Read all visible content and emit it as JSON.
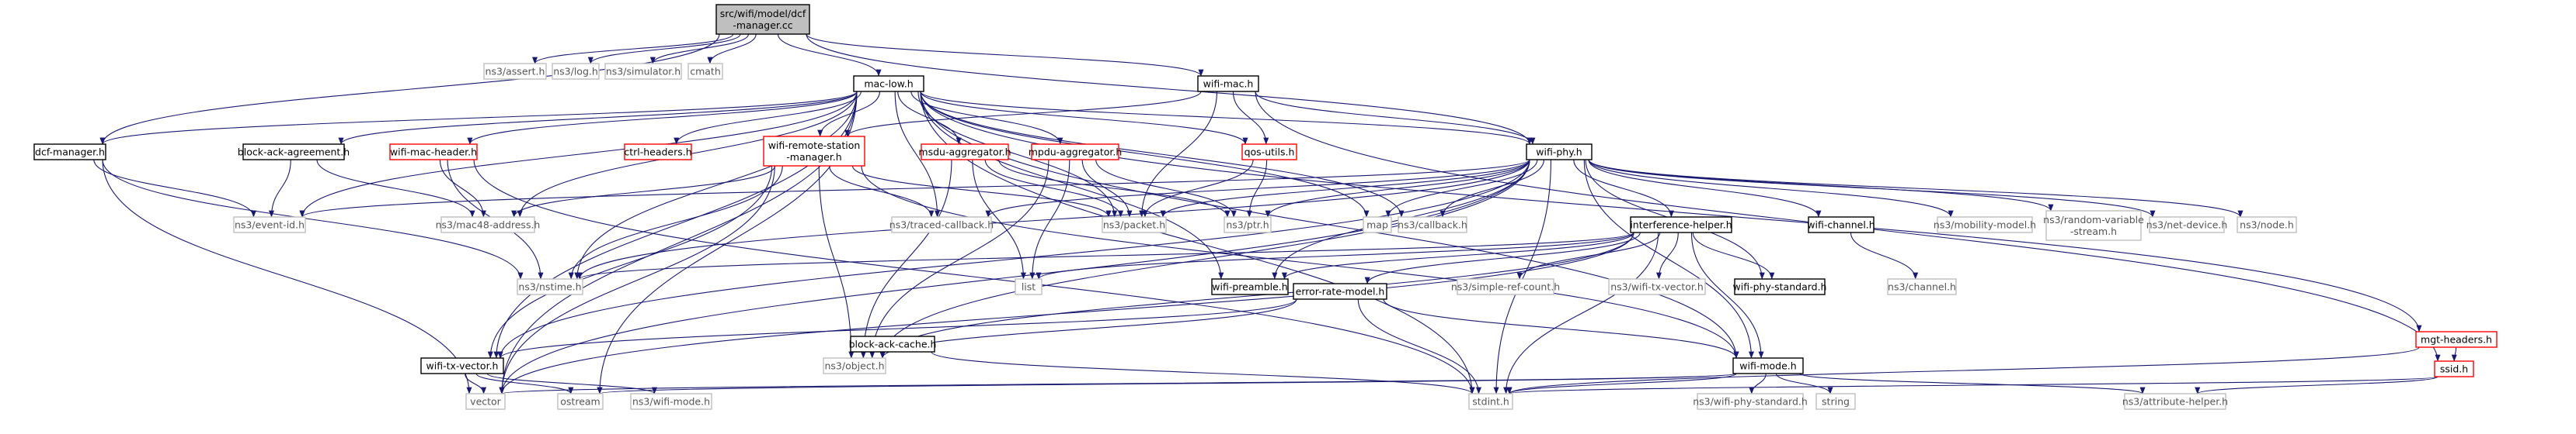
{
  "nodes": [
    {
      "id": "root",
      "label": [
        "src/wifi/model/dcf",
        "-manager.cc"
      ],
      "style": "root"
    },
    {
      "id": "assert",
      "label": [
        "ns3/assert.h"
      ],
      "style": "missing"
    },
    {
      "id": "log",
      "label": [
        "ns3/log.h"
      ],
      "style": "missing"
    },
    {
      "id": "simulator",
      "label": [
        "ns3/simulator.h"
      ],
      "style": "missing"
    },
    {
      "id": "cmath",
      "label": [
        "cmath"
      ],
      "style": "missing"
    },
    {
      "id": "maclow",
      "label": [
        "mac-low.h"
      ],
      "style": "normal"
    },
    {
      "id": "wifimac",
      "label": [
        "wifi-mac.h"
      ],
      "style": "normal"
    },
    {
      "id": "dcfmgr",
      "label": [
        "dcf-manager.h"
      ],
      "style": "normal"
    },
    {
      "id": "blockack",
      "label": [
        "block-ack-agreement.h"
      ],
      "style": "normal"
    },
    {
      "id": "wifimachdr",
      "label": [
        "wifi-mac-header.h"
      ],
      "style": "red"
    },
    {
      "id": "ctrlhdr",
      "label": [
        "ctrl-headers.h"
      ],
      "style": "red"
    },
    {
      "id": "wrsm",
      "label": [
        "wifi-remote-station",
        "-manager.h"
      ],
      "style": "red"
    },
    {
      "id": "msdu",
      "label": [
        "msdu-aggregator.h"
      ],
      "style": "red"
    },
    {
      "id": "mpdu",
      "label": [
        "mpdu-aggregator.h"
      ],
      "style": "red"
    },
    {
      "id": "qos",
      "label": [
        "qos-utils.h"
      ],
      "style": "red"
    },
    {
      "id": "wifiphy",
      "label": [
        "wifi-phy.h"
      ],
      "style": "normal"
    },
    {
      "id": "mgthdr",
      "label": [
        "mgt-headers.h"
      ],
      "style": "red"
    },
    {
      "id": "eventid",
      "label": [
        "ns3/event-id.h"
      ],
      "style": "missing"
    },
    {
      "id": "mac48",
      "label": [
        "ns3/mac48-address.h"
      ],
      "style": "missing"
    },
    {
      "id": "tracedcb",
      "label": [
        "ns3/traced-callback.h"
      ],
      "style": "missing"
    },
    {
      "id": "packet",
      "label": [
        "ns3/packet.h"
      ],
      "style": "missing"
    },
    {
      "id": "ptr",
      "label": [
        "ns3/ptr.h"
      ],
      "style": "missing"
    },
    {
      "id": "map",
      "label": [
        "map"
      ],
      "style": "missing"
    },
    {
      "id": "callback",
      "label": [
        "ns3/callback.h"
      ],
      "style": "missing"
    },
    {
      "id": "interf",
      "label": [
        "interference-helper.h"
      ],
      "style": "normal"
    },
    {
      "id": "wifichan",
      "label": [
        "wifi-channel.h"
      ],
      "style": "normal"
    },
    {
      "id": "mobility",
      "label": [
        "ns3/mobility-model.h"
      ],
      "style": "missing"
    },
    {
      "id": "randvar",
      "label": [
        "ns3/random-variable",
        "-stream.h"
      ],
      "style": "missing"
    },
    {
      "id": "netdev",
      "label": [
        "ns3/net-device.h"
      ],
      "style": "missing"
    },
    {
      "id": "node",
      "label": [
        "ns3/node.h"
      ],
      "style": "missing"
    },
    {
      "id": "nstime",
      "label": [
        "ns3/nstime.h"
      ],
      "style": "missing"
    },
    {
      "id": "list",
      "label": [
        "list"
      ],
      "style": "missing"
    },
    {
      "id": "preamble",
      "label": [
        "wifi-preamble.h"
      ],
      "style": "normal"
    },
    {
      "id": "simpleref",
      "label": [
        "ns3/simple-ref-count.h"
      ],
      "style": "missing"
    },
    {
      "id": "wifitxvec_ns3",
      "label": [
        "ns3/wifi-tx-vector.h"
      ],
      "style": "missing"
    },
    {
      "id": "wifiphystd",
      "label": [
        "wifi-phy-standard.h"
      ],
      "style": "normal"
    },
    {
      "id": "channel",
      "label": [
        "ns3/channel.h"
      ],
      "style": "missing"
    },
    {
      "id": "errrate",
      "label": [
        "error-rate-model.h"
      ],
      "style": "normal"
    },
    {
      "id": "wifitxvec",
      "label": [
        "wifi-tx-vector.h"
      ],
      "style": "normal"
    },
    {
      "id": "object",
      "label": [
        "ns3/object.h"
      ],
      "style": "missing"
    },
    {
      "id": "bacache",
      "label": [
        "block-ack-cache.h"
      ],
      "style": "normal"
    },
    {
      "id": "wifimode",
      "label": [
        "wifi-mode.h"
      ],
      "style": "normal"
    },
    {
      "id": "ssid",
      "label": [
        "ssid.h"
      ],
      "style": "red"
    },
    {
      "id": "vector",
      "label": [
        "vector"
      ],
      "style": "missing"
    },
    {
      "id": "ostream",
      "label": [
        "ostream"
      ],
      "style": "missing"
    },
    {
      "id": "wifimode_ns3",
      "label": [
        "ns3/wifi-mode.h"
      ],
      "style": "missing"
    },
    {
      "id": "stdint",
      "label": [
        "stdint.h"
      ],
      "style": "missing"
    },
    {
      "id": "wifiphystd_ns3",
      "label": [
        "ns3/wifi-phy-standard.h"
      ],
      "style": "missing"
    },
    {
      "id": "string",
      "label": [
        "string"
      ],
      "style": "missing"
    },
    {
      "id": "attrhelper",
      "label": [
        "ns3/attribute-helper.h"
      ],
      "style": "missing"
    }
  ],
  "edges": [
    [
      "root",
      "assert"
    ],
    [
      "root",
      "log"
    ],
    [
      "root",
      "simulator"
    ],
    [
      "root",
      "cmath"
    ],
    [
      "root",
      "maclow"
    ],
    [
      "root",
      "wifimac"
    ],
    [
      "root",
      "dcfmgr"
    ],
    [
      "root",
      "wifiphy"
    ],
    [
      "maclow",
      "dcfmgr"
    ],
    [
      "maclow",
      "blockack"
    ],
    [
      "maclow",
      "wifimachdr"
    ],
    [
      "maclow",
      "ctrlhdr"
    ],
    [
      "maclow",
      "wrsm"
    ],
    [
      "maclow",
      "msdu"
    ],
    [
      "maclow",
      "mpdu"
    ],
    [
      "maclow",
      "qos"
    ],
    [
      "maclow",
      "wifiphy"
    ],
    [
      "maclow",
      "mgthdr"
    ],
    [
      "maclow",
      "eventid"
    ],
    [
      "maclow",
      "mac48"
    ],
    [
      "maclow",
      "packet"
    ],
    [
      "maclow",
      "map"
    ],
    [
      "maclow",
      "callback"
    ],
    [
      "maclow",
      "nstime"
    ],
    [
      "maclow",
      "wifitxvec"
    ],
    [
      "maclow",
      "vector"
    ],
    [
      "maclow",
      "ostream"
    ],
    [
      "maclow",
      "stdint"
    ],
    [
      "maclow",
      "wifimode"
    ],
    [
      "maclow",
      "tracedcb"
    ],
    [
      "maclow",
      "preamble"
    ],
    [
      "wifimac",
      "wrsm"
    ],
    [
      "wifimac",
      "qos"
    ],
    [
      "wifimac",
      "wifiphy"
    ],
    [
      "wifimac",
      "packet"
    ],
    [
      "wifimac",
      "ssid"
    ],
    [
      "dcfmgr",
      "eventid"
    ],
    [
      "dcfmgr",
      "nstime"
    ],
    [
      "dcfmgr",
      "vector"
    ],
    [
      "blockack",
      "eventid"
    ],
    [
      "blockack",
      "mac48"
    ],
    [
      "wifimachdr",
      "mac48"
    ],
    [
      "wifimachdr",
      "nstime"
    ],
    [
      "wifimachdr",
      "stdint"
    ],
    [
      "wrsm",
      "mac48"
    ],
    [
      "wrsm",
      "tracedcb"
    ],
    [
      "wrsm",
      "packet"
    ],
    [
      "wrsm",
      "nstime"
    ],
    [
      "wrsm",
      "wifitxvec"
    ],
    [
      "wrsm",
      "object"
    ],
    [
      "wrsm",
      "vector"
    ],
    [
      "wrsm",
      "wifimode"
    ],
    [
      "msdu",
      "packet"
    ],
    [
      "msdu",
      "ptr"
    ],
    [
      "msdu",
      "list"
    ],
    [
      "msdu",
      "object"
    ],
    [
      "mpdu",
      "packet"
    ],
    [
      "mpdu",
      "ptr"
    ],
    [
      "mpdu",
      "list"
    ],
    [
      "mpdu",
      "object"
    ],
    [
      "qos",
      "packet"
    ],
    [
      "qos",
      "ptr"
    ],
    [
      "wifiphy",
      "interf"
    ],
    [
      "wifiphy",
      "wifichan"
    ],
    [
      "wifiphy",
      "mobility"
    ],
    [
      "wifiphy",
      "randvar"
    ],
    [
      "wifiphy",
      "netdev"
    ],
    [
      "wifiphy",
      "node"
    ],
    [
      "wifiphy",
      "callback"
    ],
    [
      "wifiphy",
      "packet"
    ],
    [
      "wifiphy",
      "ptr"
    ],
    [
      "wifiphy",
      "map"
    ],
    [
      "wifiphy",
      "tracedcb"
    ],
    [
      "wifiphy",
      "nstime"
    ],
    [
      "wifiphy",
      "eventid"
    ],
    [
      "wifiphy",
      "preamble"
    ],
    [
      "wifiphy",
      "wifiphystd"
    ],
    [
      "wifiphy",
      "wifimode"
    ],
    [
      "wifiphy",
      "stdint"
    ],
    [
      "wifiphy",
      "wifitxvec"
    ],
    [
      "wifiphy",
      "vector"
    ],
    [
      "wifiphy",
      "object"
    ],
    [
      "interf",
      "nstime"
    ],
    [
      "interf",
      "list"
    ],
    [
      "interf",
      "preamble"
    ],
    [
      "interf",
      "simpleref"
    ],
    [
      "interf",
      "wifitxvec_ns3"
    ],
    [
      "interf",
      "wifiphystd"
    ],
    [
      "interf",
      "errrate"
    ],
    [
      "interf",
      "wifimode"
    ],
    [
      "interf",
      "stdint"
    ],
    [
      "interf",
      "vector"
    ],
    [
      "interf",
      "object"
    ],
    [
      "wifichan",
      "channel"
    ],
    [
      "errrate",
      "wifitxvec"
    ],
    [
      "errrate",
      "object"
    ],
    [
      "errrate",
      "wifimode"
    ],
    [
      "errrate",
      "stdint"
    ],
    [
      "wifitxvec",
      "vector"
    ],
    [
      "wifitxvec",
      "ostream"
    ],
    [
      "wifitxvec",
      "wifimode_ns3"
    ],
    [
      "bacache",
      "stdint"
    ],
    [
      "wifimode",
      "stdint"
    ],
    [
      "wifimode",
      "vector"
    ],
    [
      "wifimode",
      "ostream"
    ],
    [
      "wifimode",
      "wifiphystd_ns3"
    ],
    [
      "wifimode",
      "string"
    ],
    [
      "wifimode",
      "attrhelper"
    ],
    [
      "mgthdr",
      "ssid"
    ],
    [
      "mgthdr",
      "stdint"
    ],
    [
      "ssid",
      "stdint"
    ],
    [
      "ssid",
      "attrhelper"
    ]
  ]
}
